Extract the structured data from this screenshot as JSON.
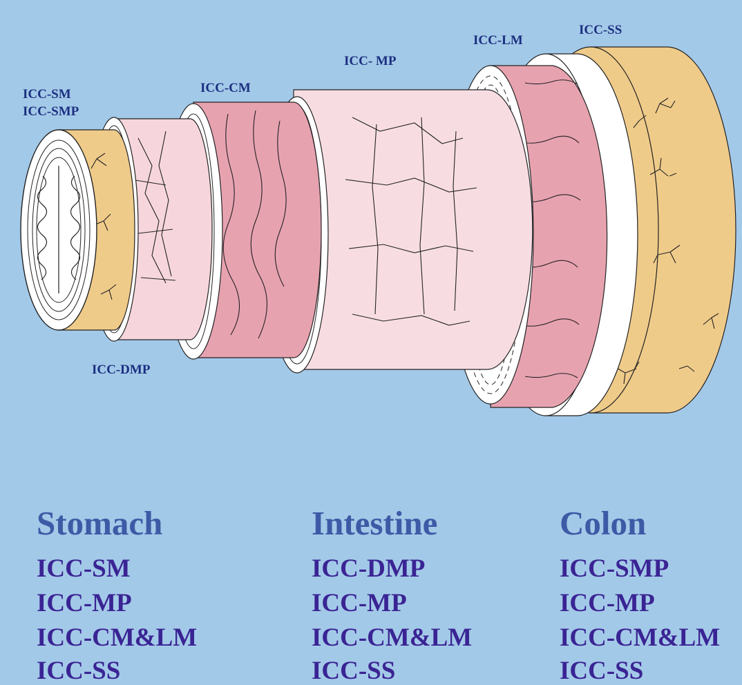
{
  "diagram": {
    "labels": {
      "icc_sm": "ICC-SM",
      "icc_smp": "ICC-SMP",
      "icc_cm": "ICC-CM",
      "icc_mp": "ICC- MP",
      "icc_lm": "ICC-LM",
      "icc_ss": "ICC-SS",
      "icc_dmp": "ICC-DMP"
    },
    "colors": {
      "background": "#a3c9e8",
      "submucosa_tan": "#efcb8a",
      "muscle_light_pink": "#f6d6dc",
      "muscle_dark_pink": "#e7a2b0",
      "plexus_pale_pink": "#f7dde2",
      "label_blue": "#1b2f80",
      "heading_blue": "#3d5aa6",
      "list_purple": "#3a2494"
    }
  },
  "columns": [
    {
      "heading": "Stomach",
      "items": [
        "ICC-SM",
        "ICC-MP",
        "ICC-CM&LM",
        "ICC-SS"
      ]
    },
    {
      "heading": "Intestine",
      "items": [
        "ICC-DMP",
        "ICC-MP",
        "ICC-CM&LM",
        "ICC-SS"
      ]
    },
    {
      "heading": "Colon",
      "items": [
        "ICC-SMP",
        "ICC-MP",
        "ICC-CM&LM",
        "ICC-SS"
      ]
    }
  ]
}
